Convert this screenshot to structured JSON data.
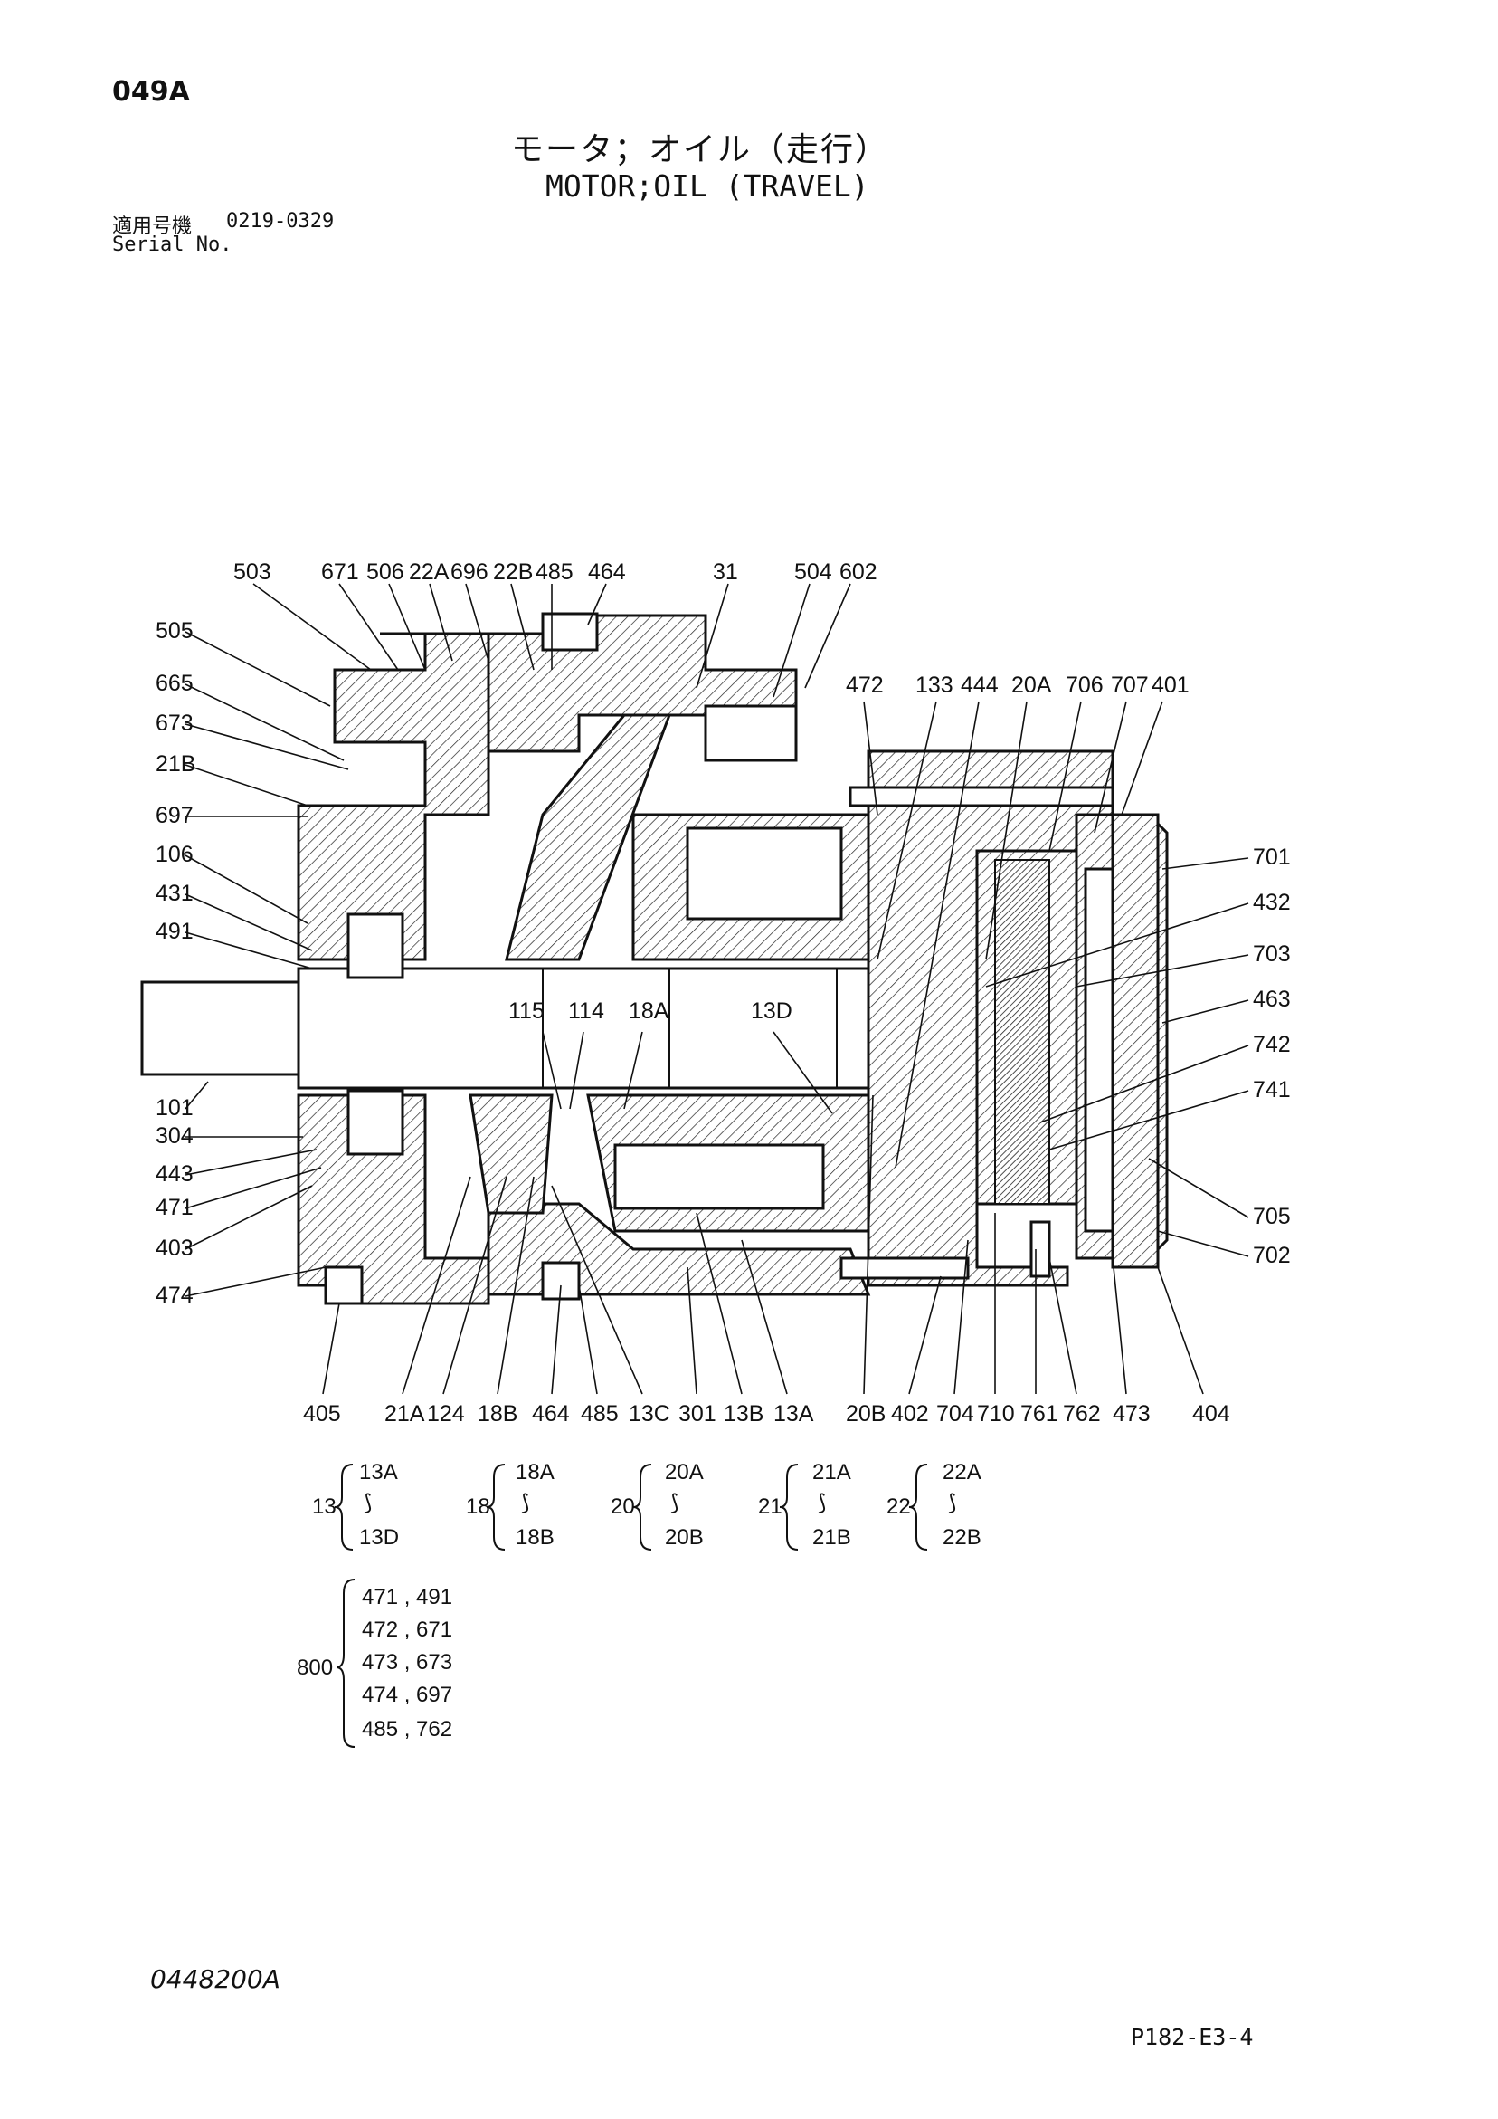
{
  "header": {
    "page_code": "049A",
    "title_jp": "モータ；オイル（走行）",
    "title_en": "MOTOR;OIL (TRAVEL)",
    "serial_label_jp": "適用号機",
    "serial_range": "0219-0329",
    "serial_label_en": "Serial No."
  },
  "callouts": {
    "top": [
      "503",
      "671",
      "506",
      "22A",
      "696",
      "22B",
      "485",
      "464",
      "31",
      "504",
      "602"
    ],
    "top_right": [
      "472",
      "133",
      "444",
      "20A",
      "706",
      "707",
      "401"
    ],
    "left": [
      "505",
      "665",
      "673",
      "21B",
      "697",
      "106",
      "431",
      "491",
      "101",
      "304",
      "443",
      "471",
      "403",
      "474"
    ],
    "right": [
      "701",
      "432",
      "703",
      "463",
      "742",
      "741",
      "705",
      "702"
    ],
    "inner": [
      "115",
      "114",
      "18A",
      "13D"
    ],
    "bottom": [
      "405",
      "21A",
      "124",
      "18B",
      "464",
      "485",
      "13C",
      "301",
      "13B",
      "13A",
      "20B",
      "402",
      "704",
      "710",
      "761",
      "762",
      "473",
      "404"
    ]
  },
  "assembly_groups": [
    {
      "id": "13",
      "from": "13A",
      "to": "13D"
    },
    {
      "id": "18",
      "from": "18A",
      "to": "18B"
    },
    {
      "id": "20",
      "from": "20A",
      "to": "20B"
    },
    {
      "id": "21",
      "from": "21A",
      "to": "21B"
    },
    {
      "id": "22",
      "from": "22A",
      "to": "22B"
    }
  ],
  "seal_kit": {
    "id": "800",
    "rows": [
      "471 , 491",
      "472 , 671",
      "473 , 673",
      "474 , 697",
      "485 , 762"
    ]
  },
  "footer": {
    "drawing_no": "0448200A",
    "page_ref": "P182-E3-4"
  }
}
